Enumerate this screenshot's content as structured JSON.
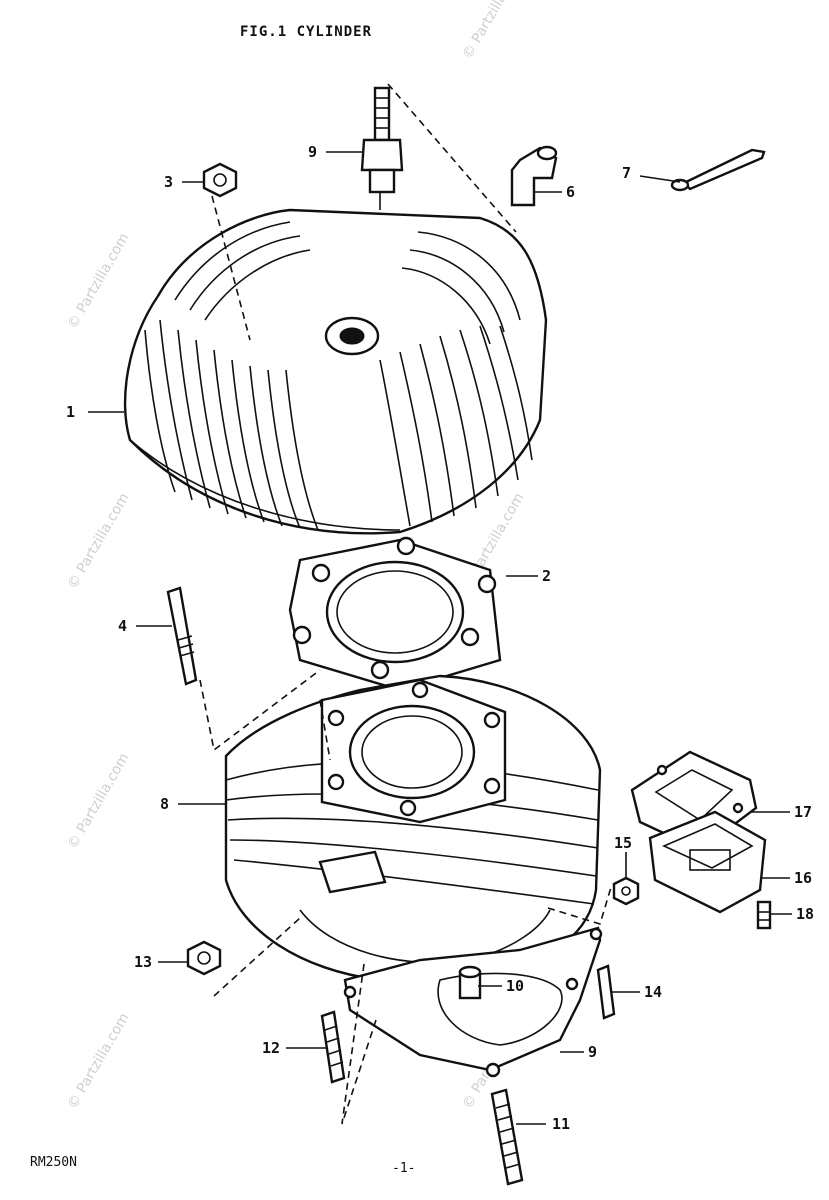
{
  "title": "FIG.1  CYLINDER",
  "footer": {
    "model": "RM250N",
    "page": "-1-"
  },
  "watermark": "© Partzilla.com",
  "callouts": [
    {
      "id": "callout-1",
      "num": "1"
    },
    {
      "id": "callout-2",
      "num": "2"
    },
    {
      "id": "callout-3",
      "num": "3"
    },
    {
      "id": "callout-4",
      "num": "4"
    },
    {
      "id": "callout-6",
      "num": "6"
    },
    {
      "id": "callout-7",
      "num": "7"
    },
    {
      "id": "callout-8",
      "num": "8"
    },
    {
      "id": "callout-9-top",
      "num": "9"
    },
    {
      "id": "callout-9-bottom",
      "num": "9"
    },
    {
      "id": "callout-10",
      "num": "10"
    },
    {
      "id": "callout-11",
      "num": "11"
    },
    {
      "id": "callout-12",
      "num": "12"
    },
    {
      "id": "callout-13",
      "num": "13"
    },
    {
      "id": "callout-14",
      "num": "14"
    },
    {
      "id": "callout-15",
      "num": "15"
    },
    {
      "id": "callout-16",
      "num": "16"
    },
    {
      "id": "callout-17",
      "num": "17"
    },
    {
      "id": "callout-18",
      "num": "18"
    }
  ]
}
